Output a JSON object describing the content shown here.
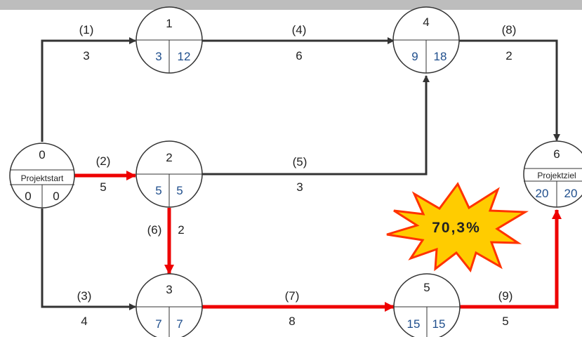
{
  "nodes": [
    {
      "id": "0",
      "label": "Projektstart",
      "es": "0",
      "ef": "0"
    },
    {
      "id": "1",
      "es": "3",
      "ef": "12"
    },
    {
      "id": "2",
      "es": "5",
      "ef": "5"
    },
    {
      "id": "3",
      "es": "7",
      "ef": "7"
    },
    {
      "id": "4",
      "es": "9",
      "ef": "18"
    },
    {
      "id": "5",
      "es": "15",
      "ef": "15"
    },
    {
      "id": "6",
      "label": "Projektziel",
      "es": "20",
      "ef": "20"
    }
  ],
  "activities": [
    {
      "name": "(1)",
      "duration": "3",
      "critical": false
    },
    {
      "name": "(2)",
      "duration": "5",
      "critical": true
    },
    {
      "name": "(3)",
      "duration": "4",
      "critical": false
    },
    {
      "name": "(4)",
      "duration": "6",
      "critical": false
    },
    {
      "name": "(5)",
      "duration": "3",
      "critical": false
    },
    {
      "name": "(6)",
      "duration": "2",
      "critical": true
    },
    {
      "name": "(7)",
      "duration": "8",
      "critical": true
    },
    {
      "name": "(8)",
      "duration": "2",
      "critical": false
    },
    {
      "name": "(9)",
      "duration": "5",
      "critical": true
    }
  ],
  "badge": {
    "text": "70,3%"
  },
  "colors": {
    "critical": "#ee0000",
    "normal": "#333333",
    "value": "#1f4e8c",
    "burst_fill": "#ffcc00",
    "burst_stroke": "#ff3300"
  }
}
